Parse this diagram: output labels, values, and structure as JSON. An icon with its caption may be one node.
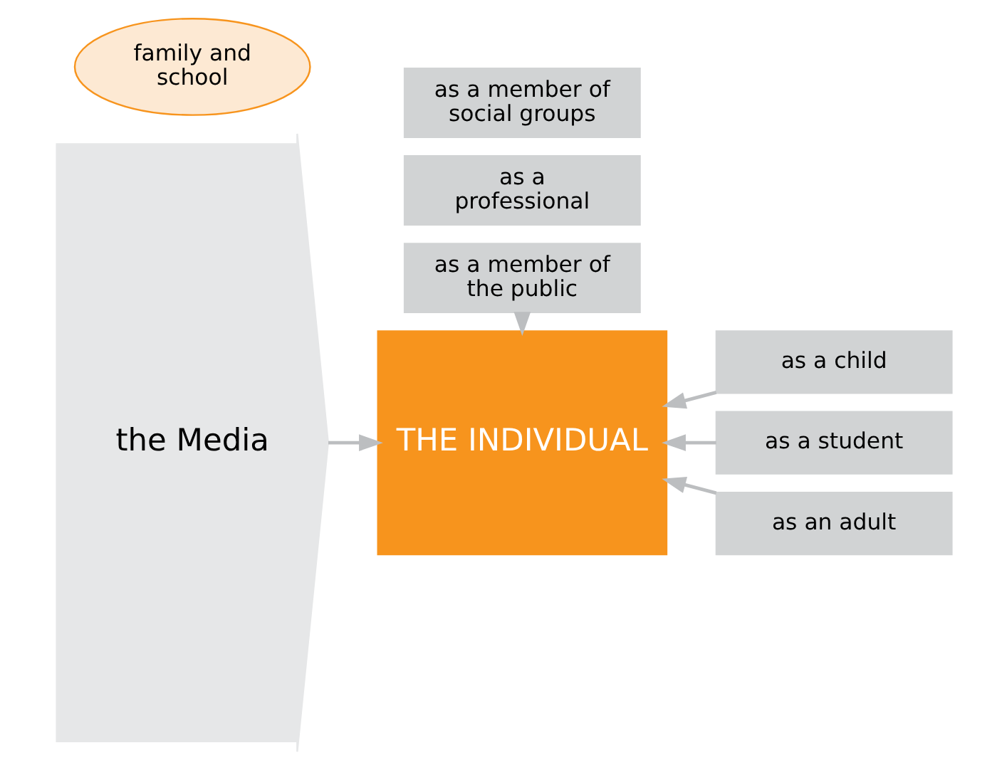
{
  "diagram": {
    "nodes": [
      {
        "text": [
          "the Media"
        ]
      },
      {
        "text": [
          "THE INDIVIDUAL"
        ]
      },
      {
        "text": [
          "as a child"
        ]
      },
      {
        "text": [
          "as a student"
        ]
      },
      {
        "text": [
          "as an adult"
        ]
      },
      {
        "text": [
          "family and school"
        ]
      },
      {
        "text": [
          "as a member of the public"
        ]
      },
      {
        "text": [
          "as a professional"
        ]
      },
      {
        "text": [
          "as a member of social groups"
        ]
      }
    ],
    "edges": [
      {
        "from": 0,
        "to": 1,
        "arrow": "to"
      },
      {
        "from": 2,
        "to": 1,
        "arrow": "to"
      },
      {
        "from": 3,
        "to": 1,
        "arrow": "to"
      },
      {
        "from": 4,
        "to": 1,
        "arrow": "to"
      },
      {
        "from": 6,
        "to": 1,
        "arrow": "to"
      }
    ]
  }
}
